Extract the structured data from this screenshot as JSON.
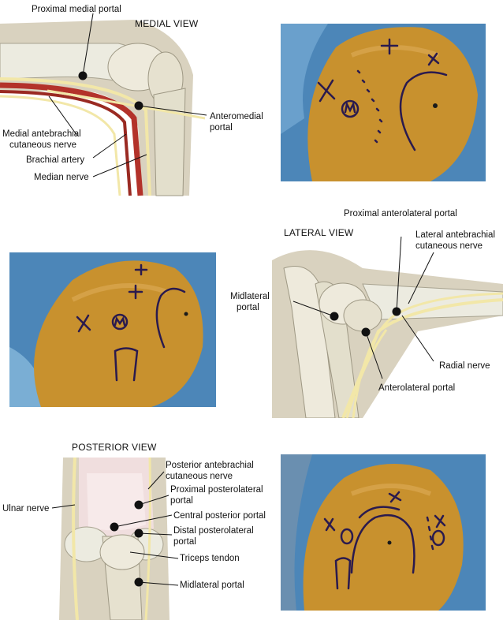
{
  "medial": {
    "view_title": "MEDIAL VIEW",
    "labels": {
      "proximal_medial_portal": "Proximal medial portal",
      "anteromedial_portal_1": "Anteromedial",
      "anteromedial_portal_2": "portal",
      "medial_antebrachial_1": "Medial antebrachial",
      "medial_antebrachial_2": "cutaneous nerve",
      "brachial_artery": "Brachial artery",
      "median_nerve": "Median nerve"
    }
  },
  "lateral": {
    "view_title": "LATERAL VIEW",
    "labels": {
      "proximal_anterolateral_portal": "Proximal anterolateral portal",
      "lateral_antebrachial_1": "Lateral antebrachial",
      "lateral_antebrachial_2": "cutaneous nerve",
      "midlateral_portal_1": "Midlateral",
      "midlateral_portal_2": "portal",
      "radial_nerve": "Radial nerve",
      "anterolateral_portal": "Anterolateral portal"
    }
  },
  "posterior": {
    "view_title": "POSTERIOR VIEW",
    "labels": {
      "posterior_antebrachial_1": "Posterior antebrachial",
      "posterior_antebrachial_2": "cutaneous nerve",
      "ulnar_nerve": "Ulnar nerve",
      "proximal_posterolateral_1": "Proximal posterolateral",
      "proximal_posterolateral_2": "portal",
      "central_posterior_portal": "Central posterior portal",
      "distal_posterolateral_1": "Distal posterolateral",
      "distal_posterolateral_2": "portal",
      "triceps_tendon": "Triceps tendon",
      "midlateral_portal": "Midlateral portal"
    }
  },
  "colors": {
    "skin": "#c8912e",
    "drape": "#4c86b8",
    "marker": "#2a1a4e",
    "bone": "#eeeadc",
    "nerve": "#f2e7a8",
    "artery": "#b3322a"
  }
}
